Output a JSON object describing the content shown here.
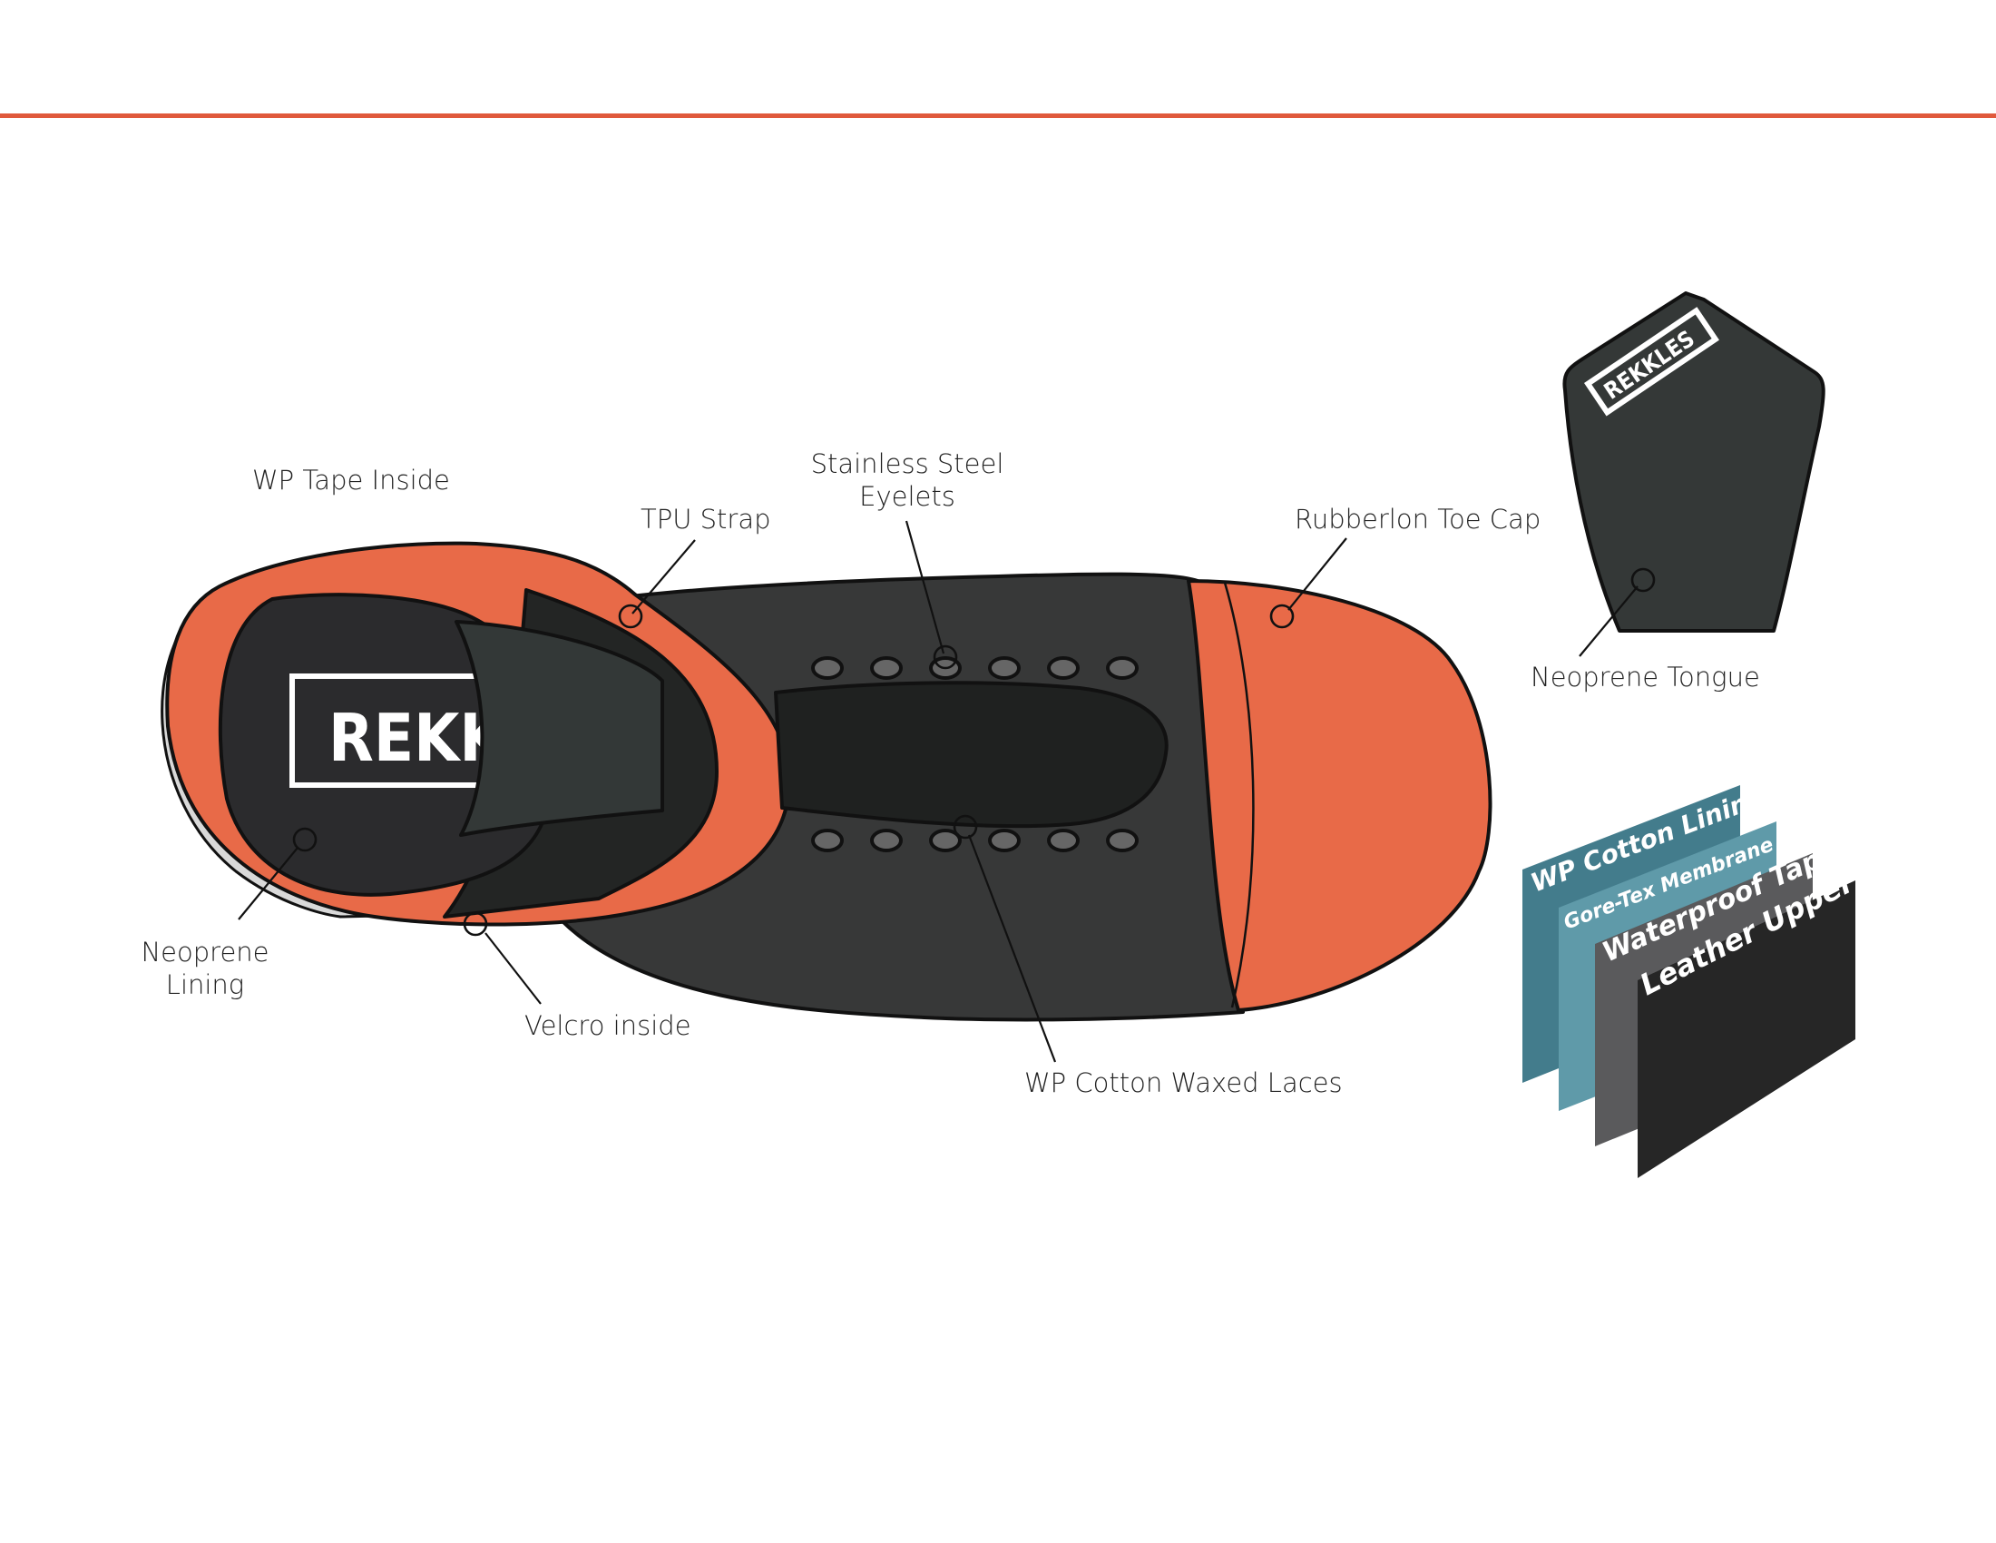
{
  "colors": {
    "accent_orange": "#e86a48",
    "rule_orange": "#e0593c",
    "upper_dark": "#373838",
    "tongue_dark": "#343837",
    "lace_black": "#1f2120",
    "inner_dark": "#2b2b2d",
    "layer_teal_dark": "#437c8c",
    "layer_teal_light": "#5f9aa9",
    "layer_gray": "#5a5a5c",
    "layer_black": "#262626"
  },
  "callouts": {
    "wp_tape_inside": "WP Tape Inside",
    "tpu_strap": "TPU Strap",
    "stainless_steel_line1": "Stainless Steel",
    "stainless_steel_line2": "Eyelets",
    "rubberlon_toe_cap": "Rubberlon Toe Cap",
    "neoprene_tongue": "Neoprene Tongue",
    "neoprene_lining_line1": "Neoprene",
    "neoprene_lining_line2": "Lining",
    "velcro_inside": "Velcro inside",
    "wp_cotton_waxed_laces": "WP Cotton Waxed Laces"
  },
  "brand": {
    "insole_logo_text": "REKKL",
    "tongue_logo_text": "REKKLES"
  },
  "layers": [
    {
      "label": "WP Cotton Lining",
      "color": "#437c8c"
    },
    {
      "label": "Gore-Tex Membrane",
      "color": "#5f9aa9"
    },
    {
      "label": "Waterproof Tape",
      "color": "#5a5a5c"
    },
    {
      "label": "Leather Upper",
      "color": "#262626"
    }
  ]
}
